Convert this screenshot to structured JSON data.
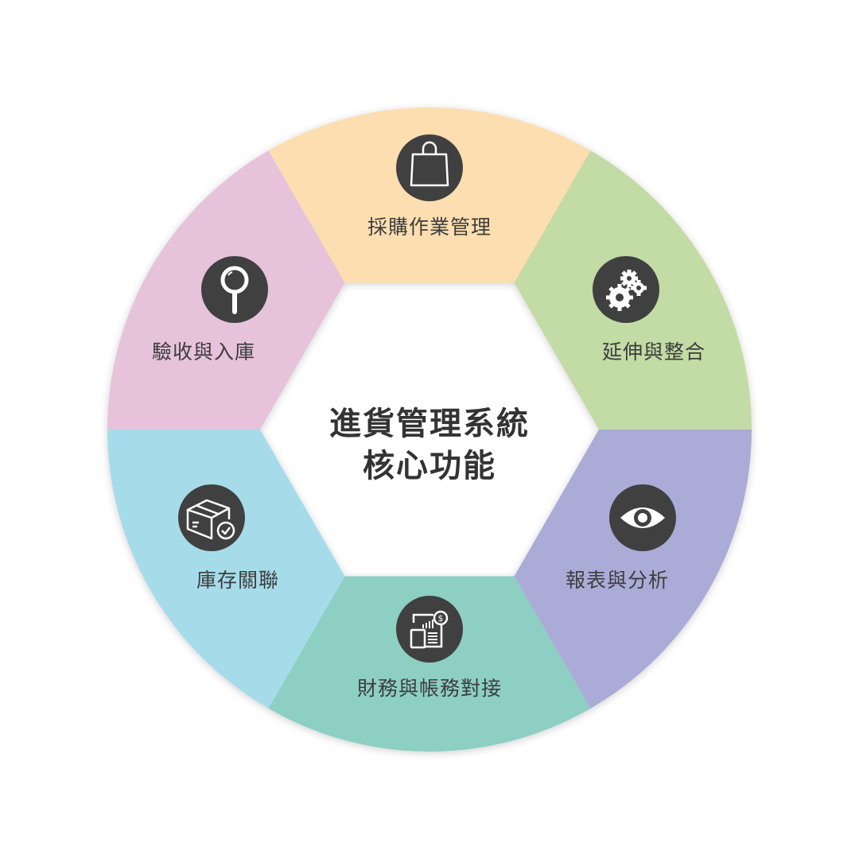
{
  "center": {
    "line1": "進貨管理系統",
    "line2": "核心功能"
  },
  "segments": [
    {
      "label": "採購作業管理",
      "icon": "shopping-bag-icon",
      "color": "#FCDEB0"
    },
    {
      "label": "延伸與整合",
      "icon": "gears-icon",
      "color": "#C3DBA4"
    },
    {
      "label": "報表與分析",
      "icon": "eye-icon",
      "color": "#ABABD8"
    },
    {
      "label": "財務與帳務對接",
      "icon": "finance-calculator-icon",
      "color": "#8DCFC3"
    },
    {
      "label": "庫存關聯",
      "icon": "inventory-box-icon",
      "color": "#A6DCEA"
    },
    {
      "label": "驗收與入庫",
      "icon": "magnifier-icon",
      "color": "#E6C3DB"
    }
  ],
  "icon_bg": "#404040"
}
